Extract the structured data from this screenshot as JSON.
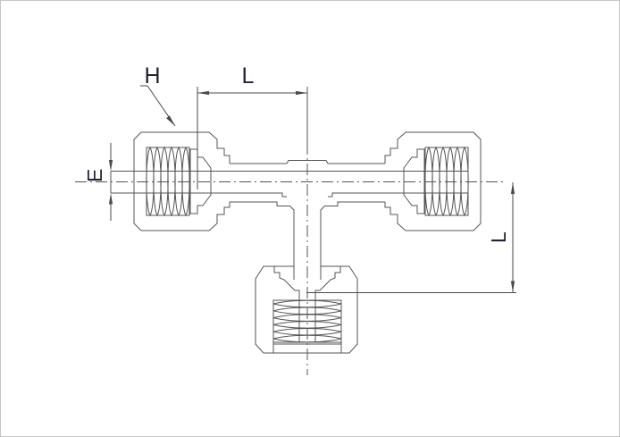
{
  "drawing": {
    "type": "technical-drawing",
    "subject": "union-tee-compression-fitting-side-view",
    "labels": {
      "h": "H",
      "l_top": "L",
      "e": "E",
      "l_right": "L"
    }
  },
  "colors": {
    "line": "#555555",
    "dim": "#4a4a4a",
    "label": "#232338",
    "background": "#ffffff",
    "border": "#c6c6c6"
  }
}
